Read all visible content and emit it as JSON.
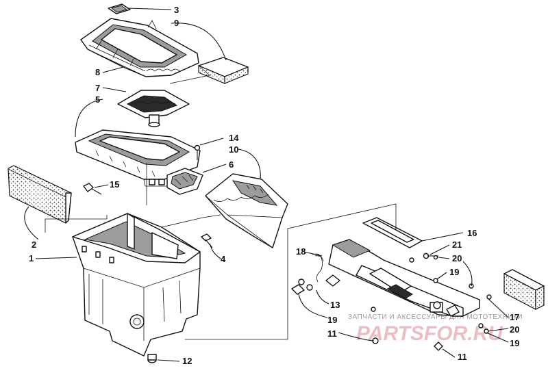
{
  "callouts": [
    {
      "id": "c3",
      "text": "3"
    },
    {
      "id": "c9",
      "text": "9"
    },
    {
      "id": "c8",
      "text": "8"
    },
    {
      "id": "c7",
      "text": "7"
    },
    {
      "id": "c5",
      "text": "5"
    },
    {
      "id": "c14",
      "text": "14"
    },
    {
      "id": "c10",
      "text": "10"
    },
    {
      "id": "c6",
      "text": "6"
    },
    {
      "id": "c15",
      "text": "15"
    },
    {
      "id": "c2",
      "text": "2"
    },
    {
      "id": "c1",
      "text": "1"
    },
    {
      "id": "c4",
      "text": "4"
    },
    {
      "id": "c12",
      "text": "12"
    },
    {
      "id": "c16",
      "text": "16"
    },
    {
      "id": "c21",
      "text": "21"
    },
    {
      "id": "c18",
      "text": "18"
    },
    {
      "id": "c20a",
      "text": "20"
    },
    {
      "id": "c19a",
      "text": "19"
    },
    {
      "id": "c13",
      "text": "13"
    },
    {
      "id": "c19b",
      "text": "19"
    },
    {
      "id": "c11a",
      "text": "11"
    },
    {
      "id": "c17",
      "text": "17"
    },
    {
      "id": "c20b",
      "text": "20"
    },
    {
      "id": "c19c",
      "text": "19"
    },
    {
      "id": "c11b",
      "text": "11"
    }
  ],
  "watermark": {
    "caption": "ЗАПЧАСТИ И АКСЕССУАРЫ ДЛЯ МОТОТЕХНИКИ",
    "brand": "PARTSFOR.RU"
  }
}
